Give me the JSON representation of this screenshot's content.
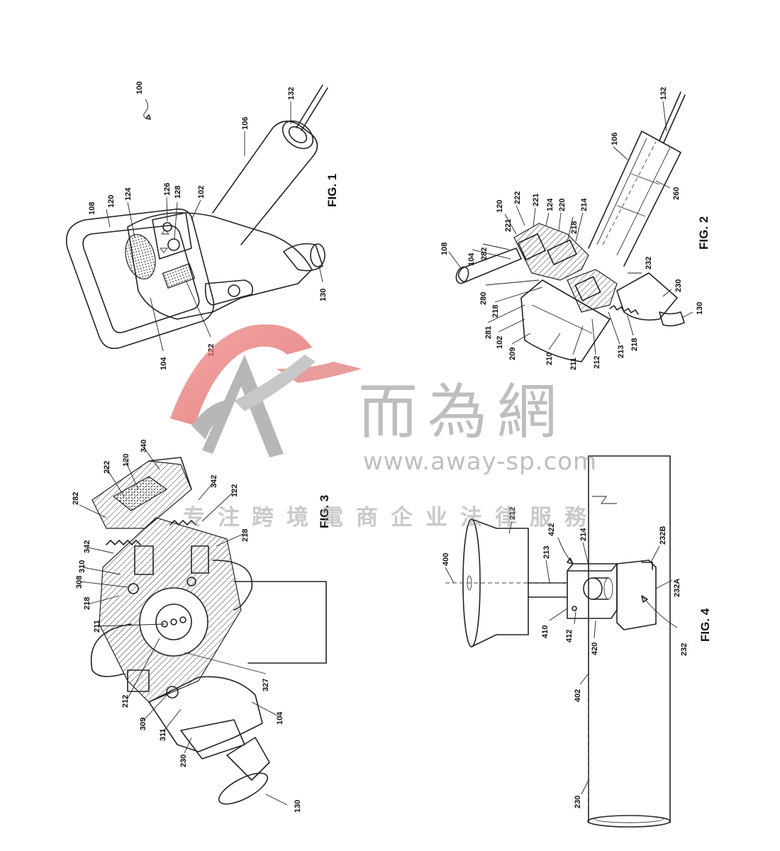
{
  "figures": {
    "fig1": {
      "title": "FIG. 1",
      "refs": {
        "r100": "100",
        "r132": "132",
        "r106": "106",
        "r126": "126",
        "r128": "128",
        "r102": "102",
        "r124": "124",
        "r120": "120",
        "r108": "108",
        "r130": "130",
        "r122": "122",
        "r104": "104"
      }
    },
    "fig2": {
      "title": "FIG. 2",
      "refs": {
        "r132": "132",
        "r106": "106",
        "r260": "260",
        "r124": "124",
        "r221a": "221",
        "r222": "222",
        "r120": "120",
        "r221b": "221",
        "r220": "220",
        "r214": "214",
        "r218a": "218",
        "r108": "108",
        "r104": "104",
        "r282": "282",
        "r280": "280",
        "r218b": "218",
        "r281": "281",
        "r102": "102",
        "r209": "209",
        "r210": "210",
        "r211": "211",
        "r212": "212",
        "r213": "213",
        "r218c": "218",
        "r232": "232",
        "r230": "230",
        "r130": "130"
      }
    },
    "fig3": {
      "title": "FIG. 3",
      "refs": {
        "r282": "282",
        "r222": "222",
        "r120": "120",
        "r340": "340",
        "r342a": "342",
        "r122": "122",
        "r342b": "342",
        "r310": "310",
        "r308": "308",
        "r218a": "218",
        "r218b": "218",
        "r211": "211",
        "r212": "212",
        "r309": "309",
        "r311": "311",
        "r230": "230",
        "r327": "327",
        "r104": "104",
        "r130": "130"
      }
    },
    "fig4": {
      "title": "FIG. 4",
      "refs": {
        "r212": "212",
        "r400": "400",
        "r422": "422",
        "r214": "214",
        "r213": "213",
        "r232b": "232B",
        "r232a": "232A",
        "r410": "410",
        "r412": "412",
        "r420": "420",
        "r232": "232",
        "r402": "402",
        "r230": "230"
      }
    }
  },
  "watermark": {
    "chinese": "而為網",
    "url": "www.away-sp.com",
    "subtitle": "跨境電商企业法律服務",
    "partial_leading": "专注",
    "colors": {
      "logo_red": "#e05a5a",
      "logo_gray": "#9a9a9a"
    }
  }
}
